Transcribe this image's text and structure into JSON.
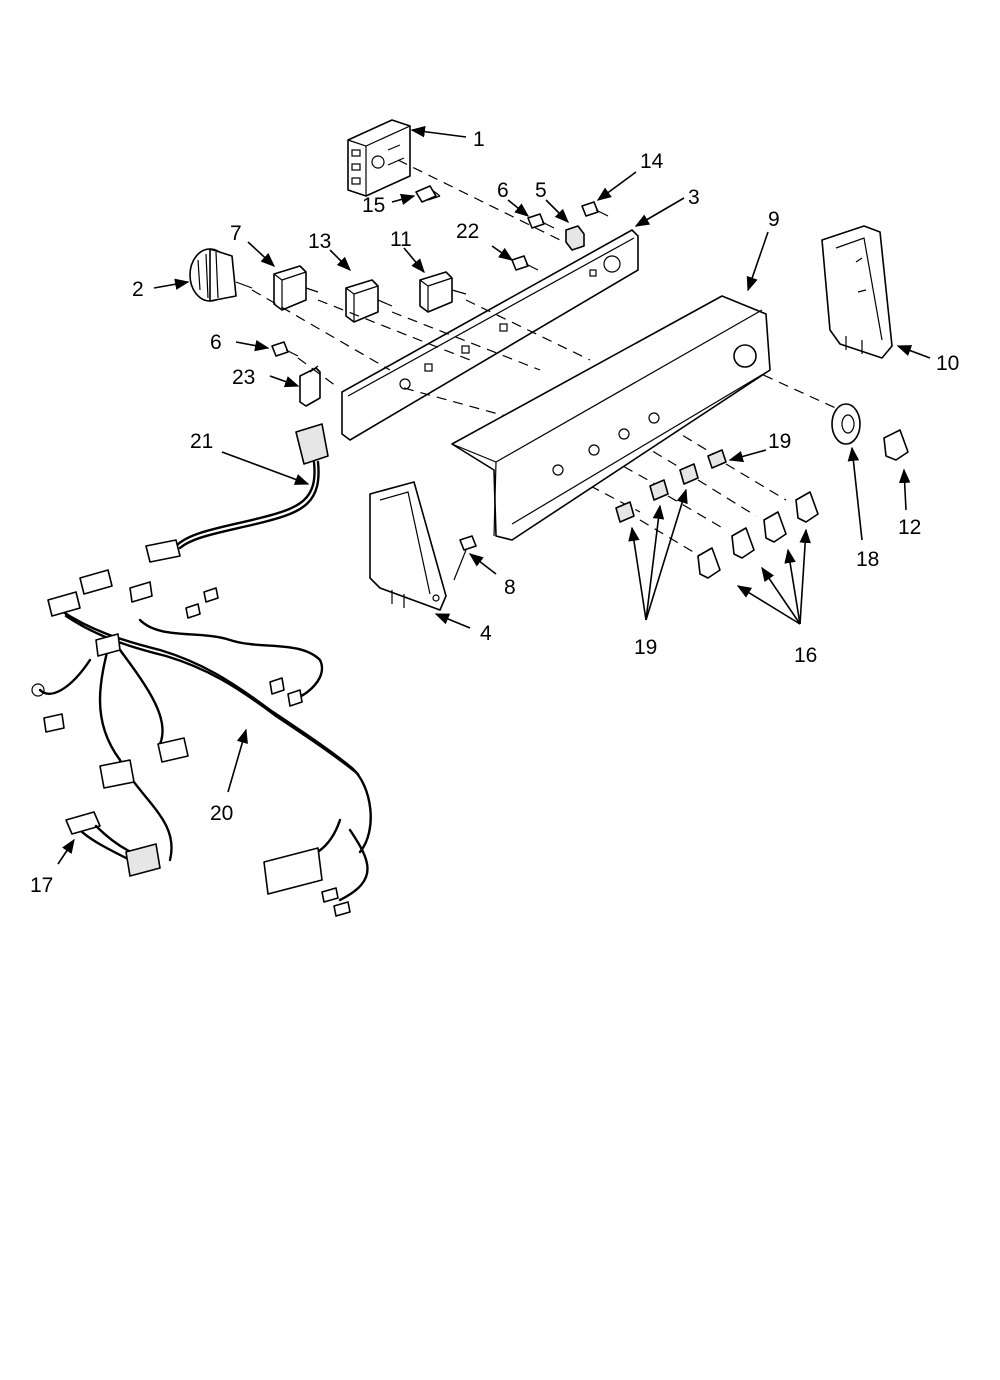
{
  "diagram": {
    "callouts": {
      "c1": "1",
      "c2": "2",
      "c3": "3",
      "c4": "4",
      "c5": "5",
      "c6a": "6",
      "c6b": "6",
      "c7": "7",
      "c8": "8",
      "c9": "9",
      "c10": "10",
      "c11": "11",
      "c12": "12",
      "c13": "13",
      "c14": "14",
      "c15": "15",
      "c16": "16",
      "c17": "17",
      "c18": "18",
      "c19a": "19",
      "c19b": "19",
      "c20": "20",
      "c21": "21",
      "c22": "22",
      "c23": "23"
    }
  }
}
